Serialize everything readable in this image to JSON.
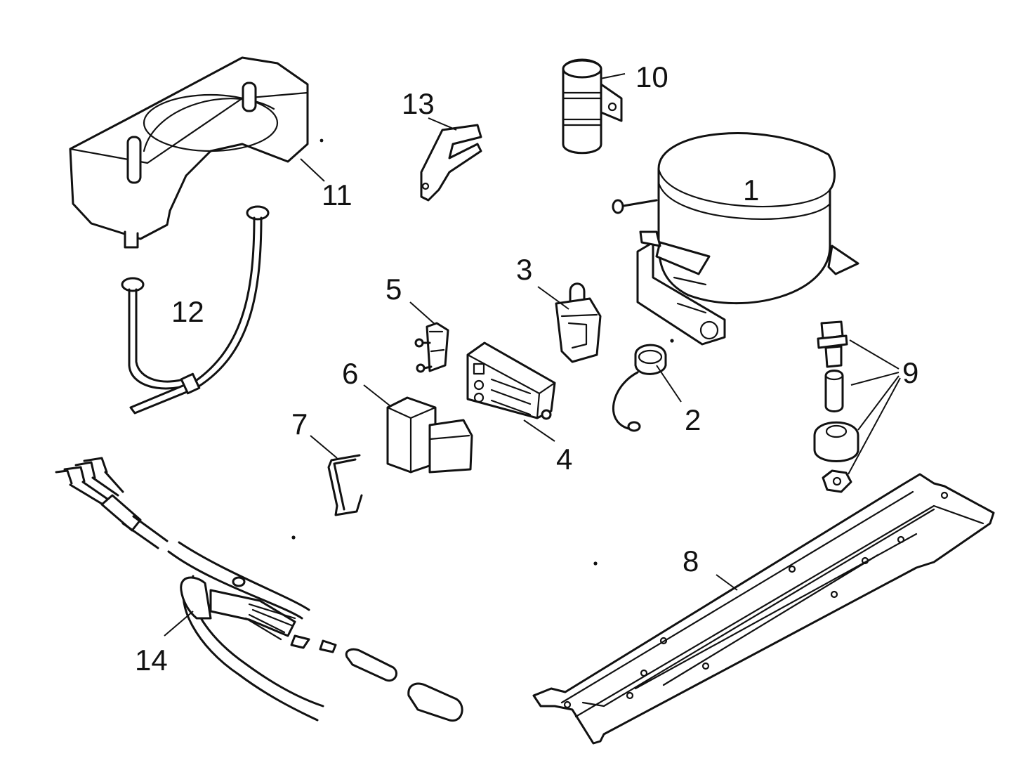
{
  "diagram": {
    "callouts": [
      "1",
      "2",
      "3",
      "4",
      "5",
      "6",
      "7",
      "8",
      "9",
      "10",
      "11",
      "12",
      "13",
      "14"
    ]
  },
  "colors": {
    "ink": "#111111",
    "paper": "#ffffff"
  }
}
